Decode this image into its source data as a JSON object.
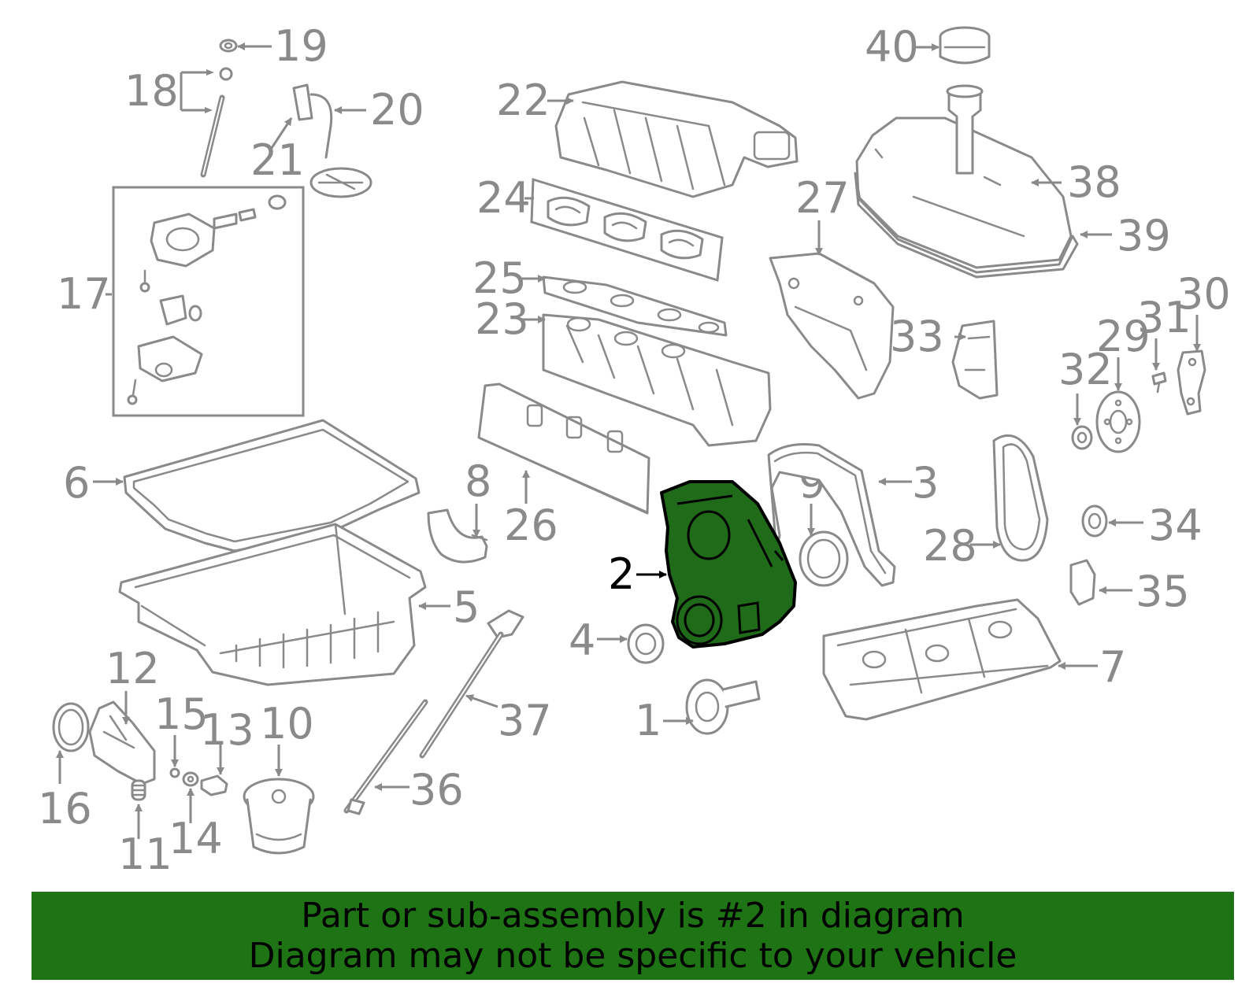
{
  "diagram": {
    "highlighted_part": "2",
    "highlight_color": "#1f6b1a",
    "line_color": "#8a8a8a",
    "labels": [
      "19",
      "18",
      "20",
      "21",
      "17",
      "22",
      "24",
      "25",
      "23",
      "26",
      "40",
      "38",
      "39",
      "27",
      "33",
      "30",
      "31",
      "29",
      "32",
      "6",
      "8",
      "9",
      "3",
      "2",
      "5",
      "28",
      "34",
      "35",
      "4",
      "7",
      "1",
      "12",
      "15",
      "13",
      "10",
      "16",
      "14",
      "11",
      "37",
      "36"
    ]
  },
  "banner": {
    "background": "#1e7314",
    "line1": "Part or sub-assembly is #2 in diagram",
    "line2": "Diagram may not be specific to your vehicle"
  }
}
